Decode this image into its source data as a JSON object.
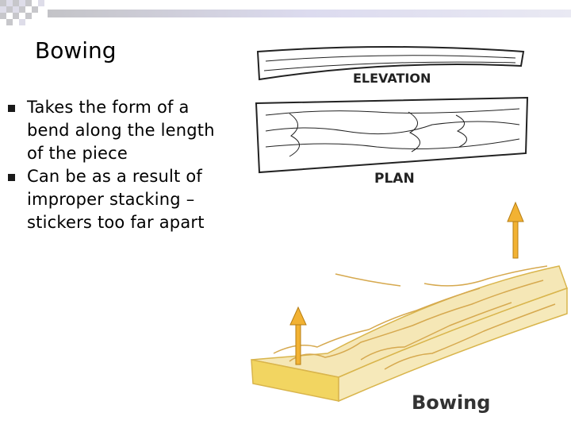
{
  "slide": {
    "title": "Bowing",
    "bullets": [
      {
        "text": "Takes the form of a\nbend along the length\nof the piece"
      },
      {
        "text": "Can be as a result of\nimproper stacking –\nstickers too far apart"
      }
    ]
  },
  "figure": {
    "label_elevation": "ELEVATION",
    "label_plan": "PLAN",
    "label_bowing": "Bowing"
  },
  "colors": {
    "bar_gray": "#c9c9cc",
    "bar_lavender": "#dcdbef",
    "wood_light": "#f3e6b1",
    "wood_edge": "#e4c75f",
    "arrow": "#f2b233"
  }
}
